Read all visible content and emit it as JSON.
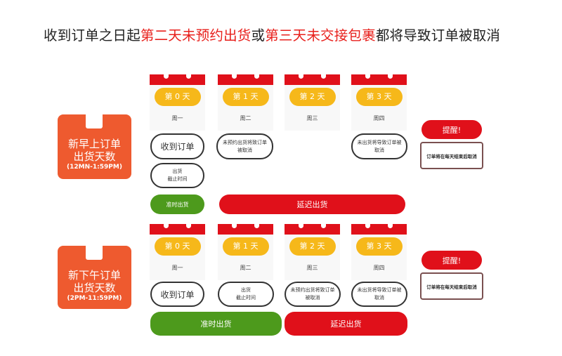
{
  "title": {
    "p1": "收到订单之日起",
    "p2": "第二天未预约出货",
    "p3": "或",
    "p4": "第三天未交接包裹",
    "p5": "都将导致订单被取消"
  },
  "sections": [
    {
      "label": "新早上订单",
      "label2": "出货天数",
      "time": "(12MN-1:59PM)",
      "days": [
        {
          "day": "第 0 天",
          "weekday": "周一"
        },
        {
          "day": "第 1 天",
          "weekday": "周二"
        },
        {
          "day": "第 2 天",
          "weekday": "周三"
        },
        {
          "day": "第 3 天",
          "weekday": "周四"
        }
      ],
      "received": "收到订单",
      "cutoff1": "出货",
      "cutoff2": "截止时间",
      "noappt": "未预约出货将致订单被取消",
      "noship": "未出货将导致订单被取消",
      "ontime": "准时出货",
      "late": "延迟出货",
      "remind": "提醒!",
      "remind_text": "订单将在每天结束后取消"
    },
    {
      "label": "新下午订单",
      "label2": "出货天数",
      "time": "(2PM-11:59PM)",
      "days": [
        {
          "day": "第 0 天",
          "weekday": "周一"
        },
        {
          "day": "第 1 天",
          "weekday": "周二"
        },
        {
          "day": "第 2 天",
          "weekday": "周三"
        },
        {
          "day": "第 3 天",
          "weekday": "周四"
        }
      ],
      "received": "收到订单",
      "cutoff1": "出货",
      "cutoff2": "截止时间",
      "noappt": "未预约出货将致订单被取消",
      "noship": "未出货将导致订单被取消",
      "ontime": "准时出货",
      "late": "延迟出货",
      "remind": "提醒!",
      "remind_text": "订单将在每天结束后取消"
    }
  ]
}
